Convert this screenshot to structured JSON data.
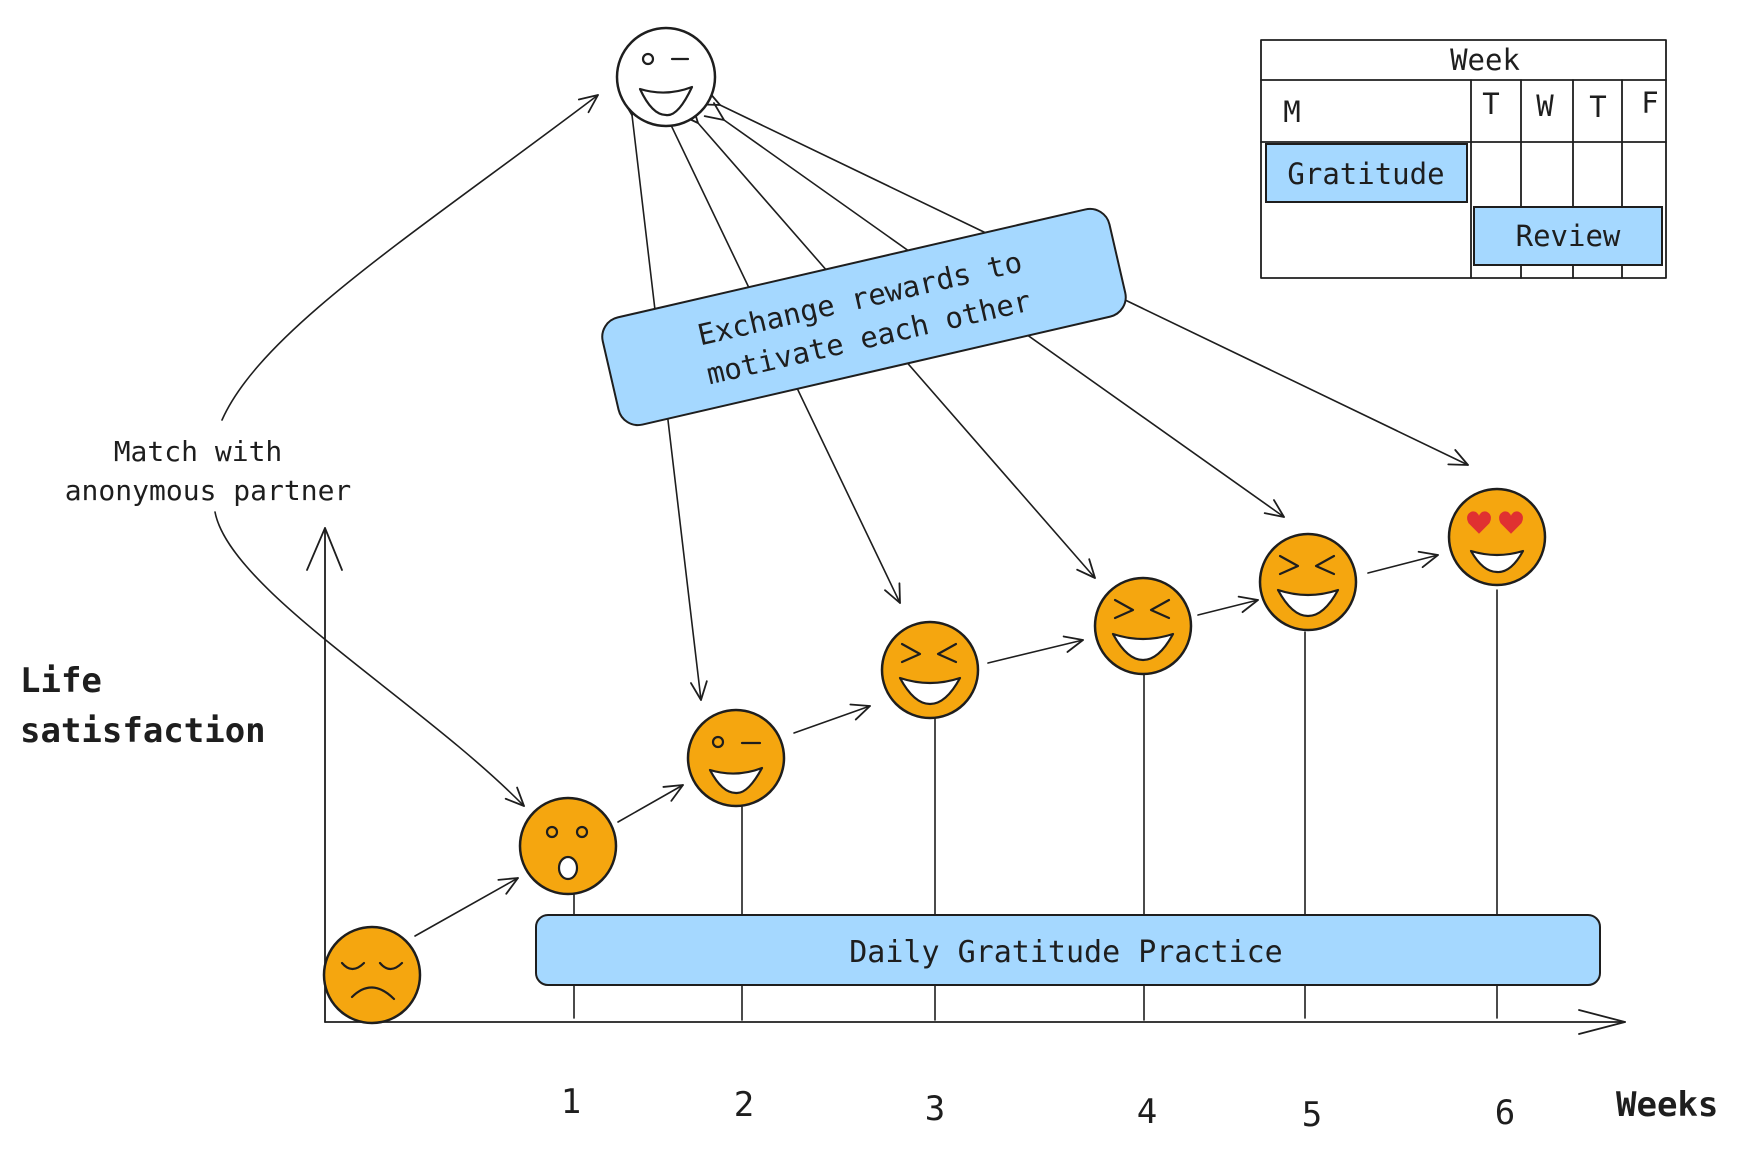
{
  "axes": {
    "y_label_line1": "Life",
    "y_label_line2": "satisfaction",
    "x_label": "Weeks",
    "ticks": [
      "1",
      "2",
      "3",
      "4",
      "5",
      "6"
    ]
  },
  "labels": {
    "match_line1": "Match with",
    "match_line2": "anonymous partner",
    "exchange_line1": "Exchange rewards to",
    "exchange_line2": "motivate each other",
    "practice": "Daily Gratitude Practice"
  },
  "schedule": {
    "title": "Week",
    "days": [
      "M",
      "T",
      "W",
      "T",
      "F"
    ],
    "gratitude": "Gratitude",
    "review": "Review"
  },
  "faces": [
    {
      "week": "0",
      "expression": "sad-face-icon"
    },
    {
      "week": "1",
      "expression": "surprised-face-icon"
    },
    {
      "week": "2",
      "expression": "winking-face-icon"
    },
    {
      "week": "3",
      "expression": "grinning-squint-face-icon"
    },
    {
      "week": "4",
      "expression": "grinning-squint-face-icon"
    },
    {
      "week": "5",
      "expression": "grinning-squint-face-icon"
    },
    {
      "week": "6",
      "expression": "heart-eyes-face-icon"
    }
  ],
  "partner_face": "winking-face-icon",
  "colors": {
    "face_fill": "#f5a60f",
    "box_fill": "#a5d8ff",
    "ink": "#1e1e1e",
    "heart": "#e03131"
  }
}
